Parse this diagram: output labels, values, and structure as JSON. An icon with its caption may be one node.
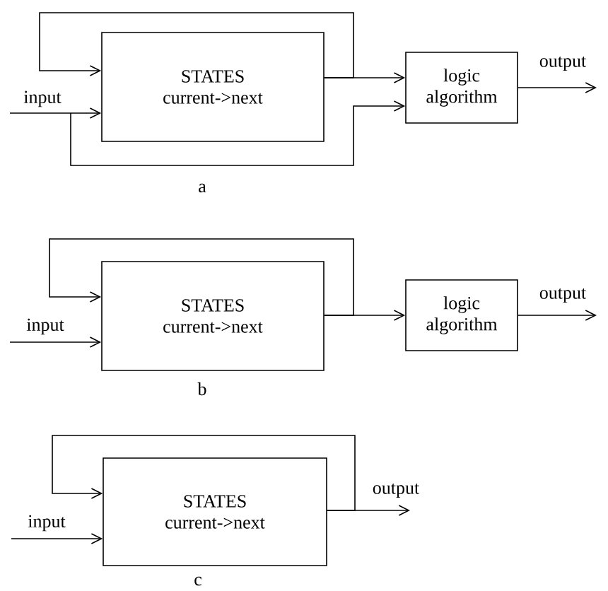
{
  "diagram": {
    "nodes": [
      {
        "text": [
          "STATES",
          "current->next"
        ]
      },
      {
        "text": [
          "logic",
          "algorithm"
        ]
      },
      {
        "text": [
          "STATES",
          "current->next"
        ]
      },
      {
        "text": [
          "logic",
          "algorithm"
        ]
      },
      {
        "text": [
          "STATES",
          "current->next"
        ]
      }
    ],
    "edges": [
      {
        "from": null,
        "to": 0,
        "arrow": "to",
        "label": "input"
      },
      {
        "from": null,
        "to": 1,
        "arrow": "to"
      },
      {
        "from": 0,
        "to": 0,
        "arrow": "to"
      },
      {
        "from": 0,
        "to": 1,
        "arrow": "to"
      },
      {
        "from": 1,
        "to": null,
        "arrow": "to",
        "label": "output"
      },
      {
        "from": null,
        "to": 2,
        "arrow": "to",
        "label": "input"
      },
      {
        "from": 2,
        "to": 2,
        "arrow": "to"
      },
      {
        "from": 2,
        "to": 3,
        "arrow": "to"
      },
      {
        "from": 3,
        "to": null,
        "arrow": "to",
        "label": "output"
      },
      {
        "from": null,
        "to": 4,
        "arrow": "to",
        "label": "input"
      },
      {
        "from": 4,
        "to": 4,
        "arrow": "to"
      },
      {
        "from": 4,
        "to": null,
        "arrow": "to",
        "label": "output"
      }
    ],
    "labels": [
      "a",
      "b",
      "c"
    ]
  }
}
